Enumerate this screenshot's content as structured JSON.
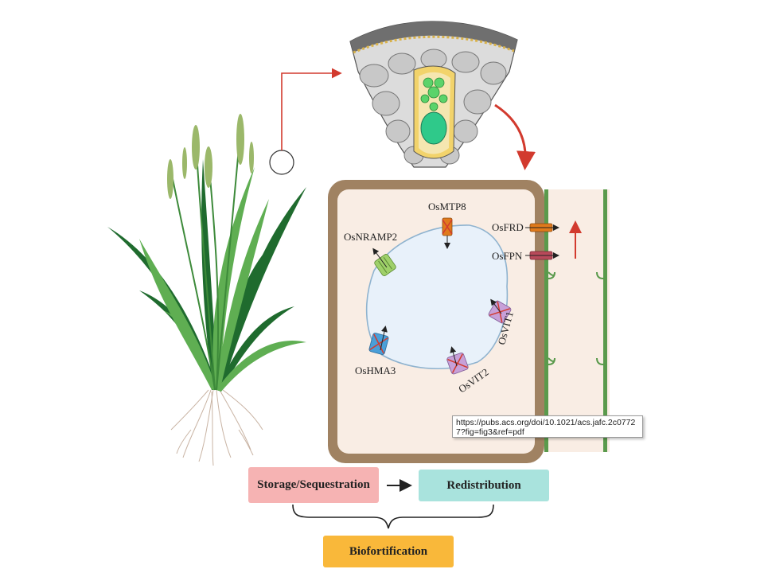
{
  "transporters": {
    "osmtp8": "OsMTP8",
    "osnramp2": "OsNRAMP2",
    "osfrd": "OsFRD",
    "osfpn": "OsFPN",
    "osvit1": "OsVIT1",
    "osvit2": "OsVIT2",
    "oshma3": "OsHMA3"
  },
  "tooltip": {
    "url": "https://pubs.acs.org/doi/10.1021/acs.jafc.2c07727?fig=fig3&ref=pdf"
  },
  "flow": {
    "storage": "Storage/Sequestration",
    "redistribution": "Redistribution",
    "biofortification": "Biofortification"
  },
  "colors": {
    "cell_wall": "#a08262",
    "cytoplasm": "#f9ede4",
    "vacuole": "#e8f1fa",
    "xylem_wall": "#5a9a4c",
    "arrow_red": "#d23a2e",
    "leaf_dark": "#1f6b2e",
    "leaf_light": "#5fae52"
  },
  "icons": [
    "plant-illustration",
    "root-cross-section",
    "red-arrow",
    "transporter-icon"
  ]
}
